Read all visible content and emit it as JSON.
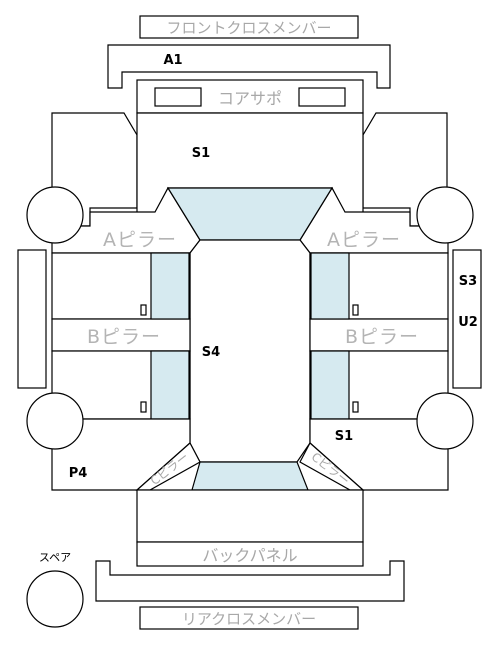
{
  "labels": {
    "front_cross_member": "フロントクロスメンバー",
    "core_support": "コアサポ",
    "a_pillar_left": "Aピラー",
    "a_pillar_right": "Aピラー",
    "b_pillar_left": "Bピラー",
    "b_pillar_right": "Bピラー",
    "c_pillar_left": "Cピラー",
    "c_pillar_right": "Cピラー",
    "back_panel": "バックパネル",
    "rear_cross_member": "リアクロスメンバー",
    "spare": "スペア"
  },
  "damage_codes": {
    "front_member": "A1",
    "front_area": "S1",
    "right_side_top": "S3",
    "right_side_bottom": "U2",
    "roof": "S4",
    "rear_right": "S1",
    "rear_left": "P4"
  },
  "colors": {
    "glass": "#d6eaf0",
    "outline": "#000000",
    "label_gray": "#b4b4b4"
  }
}
